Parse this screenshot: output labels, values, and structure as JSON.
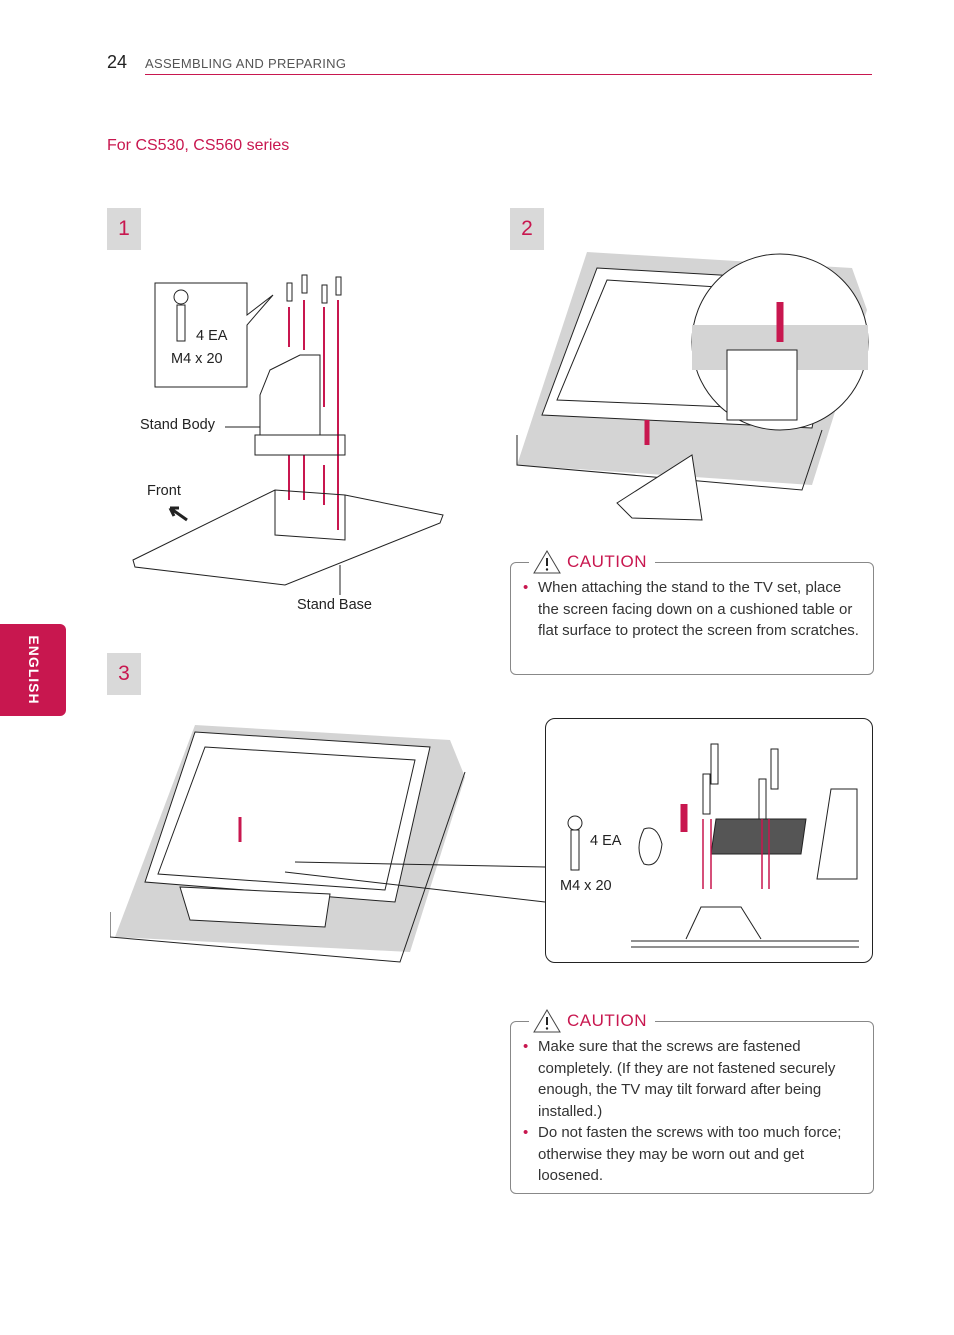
{
  "header": {
    "page_number": "24",
    "section_title": "ASSEMBLING AND PREPARING"
  },
  "series_heading": "For CS530, CS560 series",
  "language_tab": "ENGLISH",
  "steps": [
    {
      "number": "1",
      "screw_qty": "4 EA",
      "screw_size": "M4 x 20",
      "labels": {
        "stand_body": "Stand Body",
        "front": "Front",
        "stand_base": "Stand Base"
      }
    },
    {
      "number": "2"
    },
    {
      "number": "3",
      "screw_qty": "4 EA",
      "screw_size": "M4 x 20"
    }
  ],
  "cautions": [
    {
      "title": "CAUTION",
      "items": [
        "When attaching the stand to the TV set, place the screen facing down on a cushioned table or flat surface to protect the screen from scratches."
      ]
    },
    {
      "title": "CAUTION",
      "items": [
        "Make sure that the screws are fastened completely. (If they are not fastened securely enough, the TV may tilt forward after being installed.)",
        "Do not fasten the screws with too much force; otherwise they may be worn out and get loosened."
      ]
    }
  ],
  "colors": {
    "accent": "#c8174f",
    "step_bg": "#d9d9d9"
  }
}
